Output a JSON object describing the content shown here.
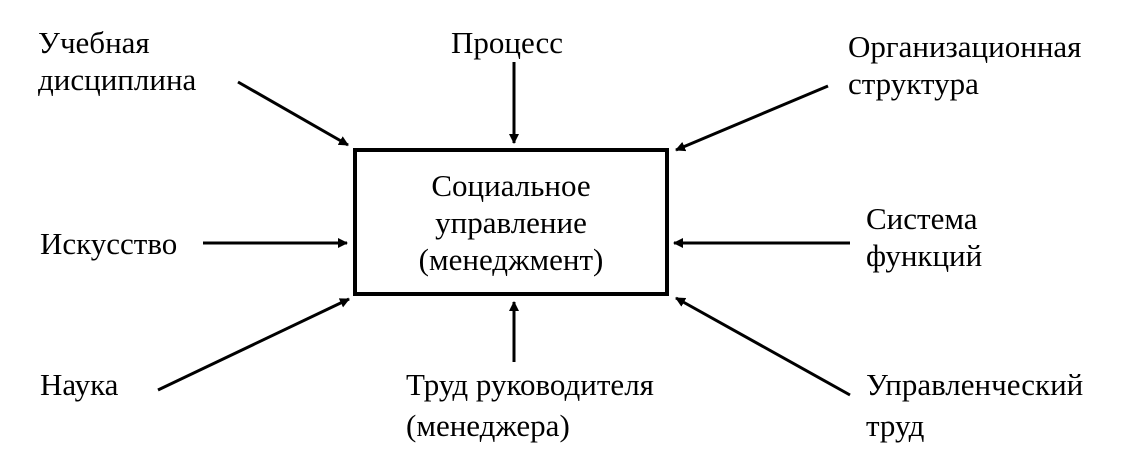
{
  "center": {
    "line1": "Социальное",
    "line2": "управление",
    "line3": "(менеджмент)"
  },
  "labels": {
    "top_left_1": "Учебная",
    "top_left_2": "дисциплина",
    "top_center": "Процесс",
    "top_right_1": "Организационная",
    "top_right_2": "структура",
    "middle_left": "Искусство",
    "middle_right_1": "Система",
    "middle_right_2": "функций",
    "bottom_left": "Наука",
    "bottom_center_1": "Труд руководителя",
    "bottom_center_2": "(менеджера)",
    "bottom_right_1": "Управленческий",
    "bottom_right_2": "труд"
  }
}
